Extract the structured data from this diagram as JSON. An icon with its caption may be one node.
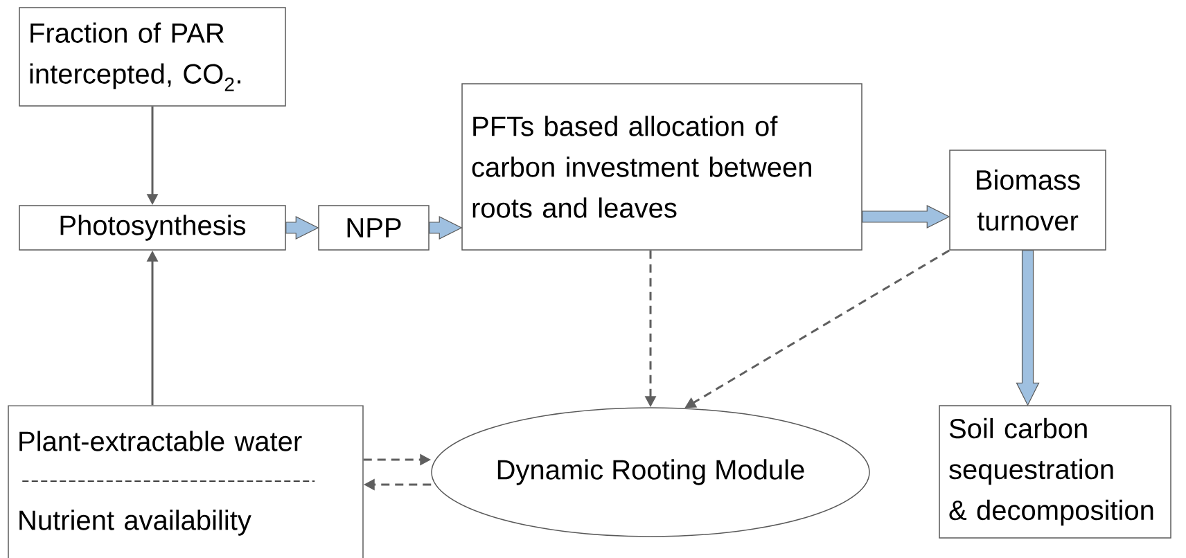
{
  "diagram": {
    "nodes": [
      {
        "text": [
          "Fraction of PAR intercepted, CO$_{2}$."
        ]
      },
      {
        "text": [
          "Photosynthesis"
        ]
      },
      {
        "text": [
          "NPP"
        ]
      },
      {
        "text": [
          "PFTs based allocation of carbon investment between roots and leaves"
        ]
      },
      {
        "text": [
          "Biomass turnover"
        ]
      },
      {
        "text": [
          "Plant-extractable water",
          "Nutrient availability"
        ]
      },
      {
        "text": [
          "Dynamic Rooting Module"
        ]
      },
      {
        "text": [
          "Soil carbon sequestration & decomposition"
        ]
      }
    ],
    "edges": [
      {
        "from": 0,
        "to": 1,
        "arrow": "to",
        "color": "#5f5f5f"
      },
      {
        "from": 1,
        "to": 2,
        "arrow": "to"
      },
      {
        "from": 2,
        "to": 3,
        "arrow": "to"
      },
      {
        "from": 3,
        "to": 4,
        "arrow": "to"
      },
      {
        "from": 4,
        "to": 7,
        "arrow": "to"
      },
      {
        "from": 5,
        "to": 1,
        "arrow": "to",
        "color": "#5f5f5f"
      },
      {
        "from": 3,
        "to": 6,
        "arrow": "to",
        "style": "dashed",
        "color": "#5f5f5f"
      },
      {
        "from": 4,
        "to": 6,
        "arrow": "to",
        "style": "dashed",
        "color": "#5f5f5f"
      },
      {
        "from": 5,
        "to": 6,
        "arrow": "to",
        "style": "dashed",
        "color": "#5f5f5f"
      },
      {
        "from": 6,
        "to": 5,
        "arrow": "to",
        "style": "dashed",
        "color": "#5f5f5f"
      }
    ]
  }
}
